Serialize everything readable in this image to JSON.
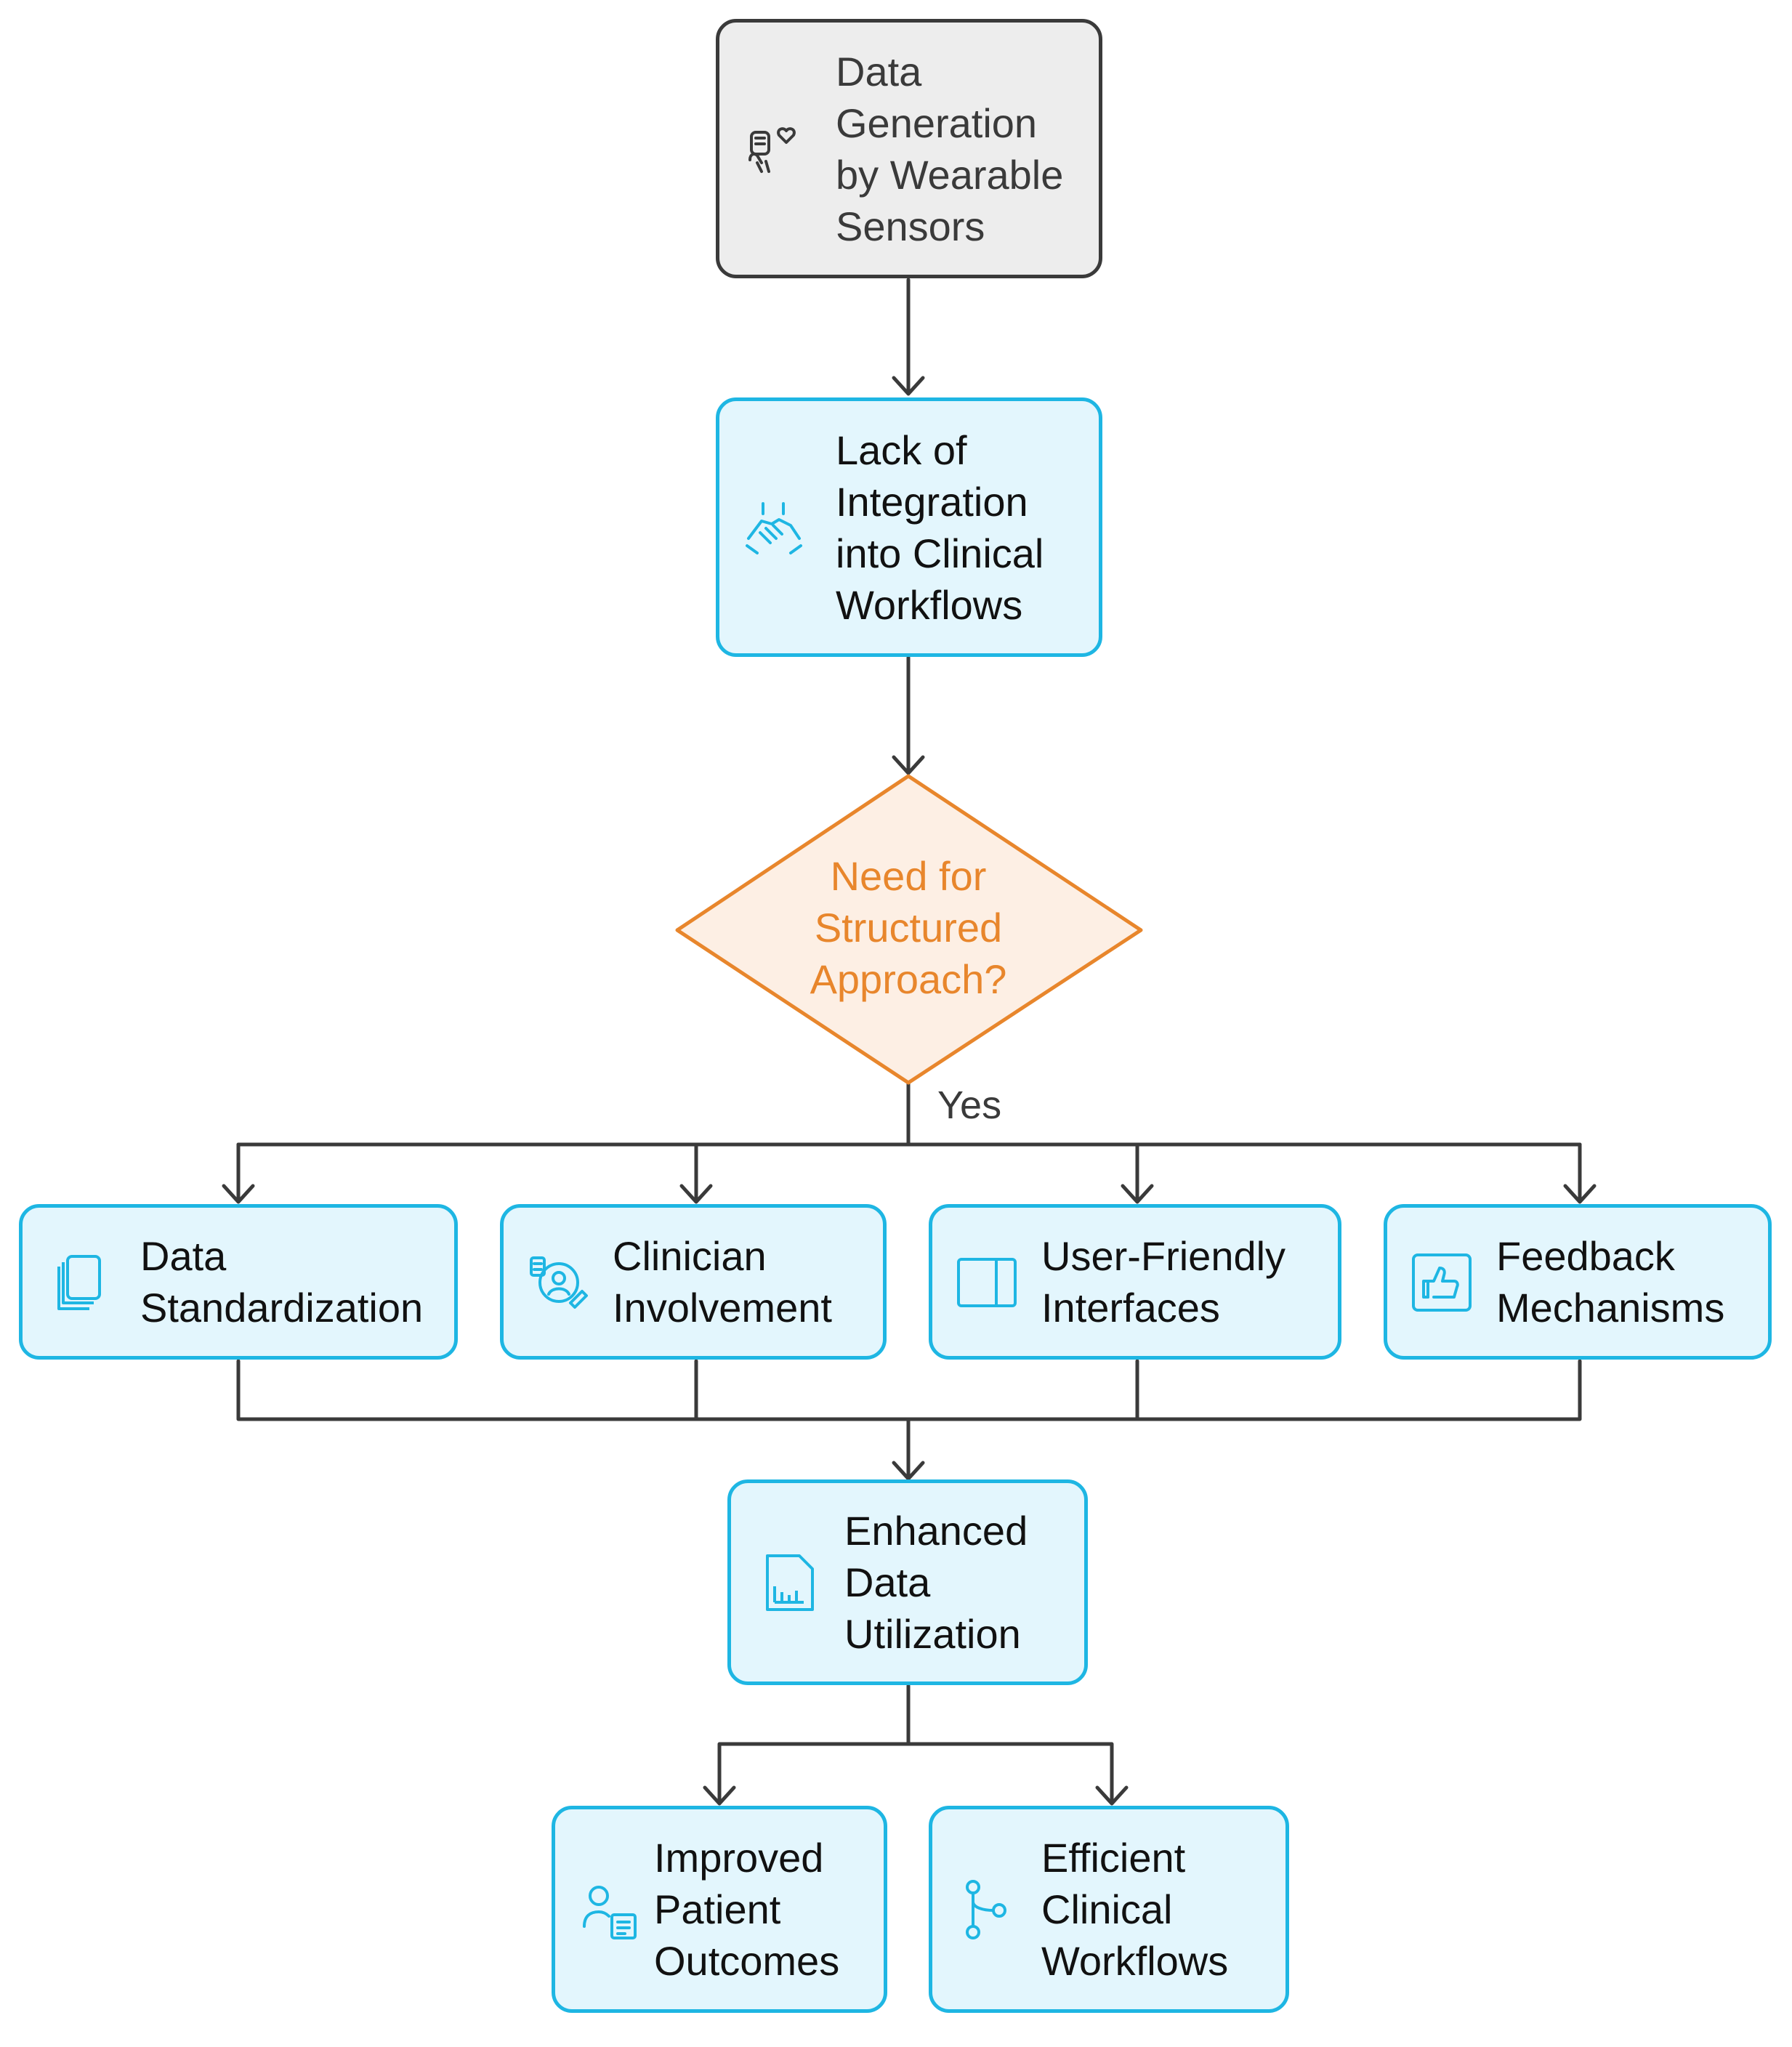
{
  "nodes": {
    "data_generation": "Data\nGeneration\nby Wearable\nSensors",
    "lack_of_integration": "Lack of\nIntegration\ninto Clinical\nWorkflows",
    "decision": "Need for\nStructured\nApproach?",
    "data_standardization": "Data\nStandardization",
    "clinician_involvement": "Clinician\nInvolvement",
    "user_friendly_interfaces": "User-Friendly\nInterfaces",
    "feedback_mechanisms": "Feedback\nMechanisms",
    "enhanced_data_utilization": "Enhanced\nData\nUtilization",
    "improved_patient_outcomes": "Improved\nPatient\nOutcomes",
    "efficient_clinical_workflows": "Efficient\nClinical\nWorkflows"
  },
  "edge_labels": {
    "yes": "Yes"
  },
  "colors": {
    "process_fill": "#e3f6fd",
    "process_border": "#1eb6e3",
    "start_fill": "#ededed",
    "start_border": "#3a3a3a",
    "decision_fill": "#fdefe4",
    "decision_border": "#e8862c",
    "edge": "#3a3a3a"
  },
  "icons": {
    "data_generation": "hand-heart-sensor-icon",
    "lack_of_integration": "handshake-icon",
    "data_standardization": "document-stack-icon",
    "clinician_involvement": "clinician-icon",
    "user_friendly_interfaces": "panel-layout-icon",
    "feedback_mechanisms": "thumbs-up-icon",
    "enhanced_data_utilization": "bar-chart-document-icon",
    "improved_patient_outcomes": "patient-record-icon",
    "efficient_clinical_workflows": "branch-icon"
  }
}
